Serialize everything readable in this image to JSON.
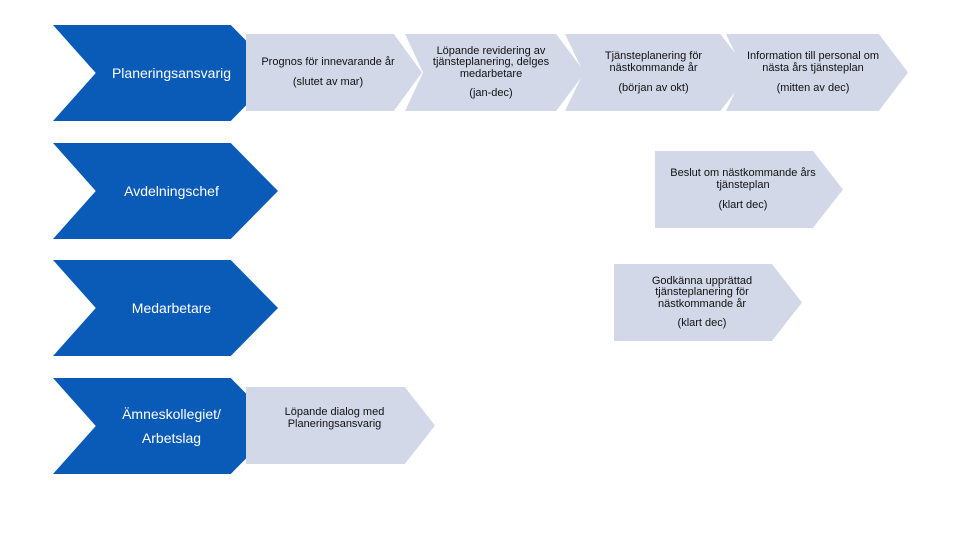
{
  "colors": {
    "role": "#0a5bb8",
    "step": "#d2d8e8"
  },
  "rows": [
    {
      "role": [
        "Planeringsansvarig"
      ],
      "steps": [
        {
          "title": "Prognos för innevarande år",
          "when": "(slutet av mar)"
        },
        {
          "title": "Löpande revidering av tjänsteplanering, delges medarbetare",
          "when": "(jan-dec)"
        },
        {
          "title": "Tjänsteplanering för nästkommande år",
          "when": "(början av okt)"
        },
        {
          "title": "Information till personal om nästa års tjänsteplan",
          "when": "(mitten av dec)"
        }
      ]
    },
    {
      "role": [
        "Avdelningschef"
      ],
      "steps": [
        {
          "title": "Beslut om nästkommande års tjänsteplan",
          "when": "(klart dec)"
        }
      ]
    },
    {
      "role": [
        "Medarbetare"
      ],
      "steps": [
        {
          "title": "Godkänna upprättad tjänsteplanering för nästkommande år",
          "when": "(klart dec)"
        }
      ]
    },
    {
      "role": [
        "Ämneskollegiet/",
        "Arbetslag"
      ],
      "steps": [
        {
          "title": "Löpande dialog med Planeringsansvarig"
        }
      ]
    }
  ]
}
